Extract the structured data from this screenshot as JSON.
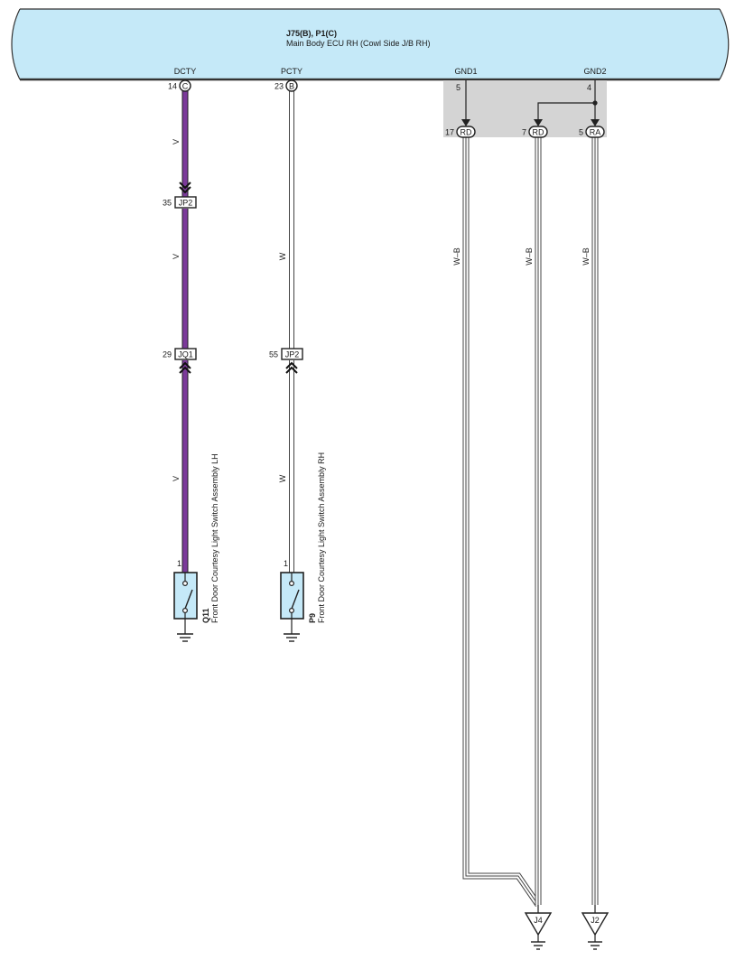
{
  "ecu": {
    "connector_ids": "J75(B), P1(C)",
    "name": "Main Body ECU RH (Cowl Side J/B RH)",
    "colors": {
      "fill": "#c5e9f8",
      "outline": "#333333"
    }
  },
  "terminals": {
    "dcty": {
      "name": "DCTY",
      "pin": "14",
      "connector": "C"
    },
    "pcty": {
      "name": "PCTY",
      "pin": "23",
      "connector": "B"
    },
    "gnd1": {
      "name": "GND1",
      "pin": "5"
    },
    "gnd2": {
      "name": "GND2",
      "pin": "4"
    }
  },
  "ground_block": {
    "color": "#d4d4d4",
    "terminals": [
      {
        "pin": "17",
        "connector": "RD"
      },
      {
        "pin": "7",
        "connector": "RD"
      },
      {
        "pin": "5",
        "connector": "RA"
      }
    ]
  },
  "wires": {
    "dcty_color": "V",
    "pcty_color": "W",
    "gnd1_color": "W–B",
    "gnd2a_color": "W–B",
    "gnd2b_color": "W–B",
    "violet_hex": "#7b3a9a"
  },
  "junctions": {
    "dcty_upper": {
      "pin": "35",
      "connector": "JP2"
    },
    "dcty_lower": {
      "pin": "29",
      "connector": "JQ1"
    },
    "pcty_lower": {
      "pin": "55",
      "connector": "JP2"
    }
  },
  "switches": {
    "lh": {
      "pin": "1",
      "id": "Q11",
      "name": "Front Door Courtesy Light Switch Assembly LH"
    },
    "rh": {
      "pin": "1",
      "id": "P9",
      "name": "Front Door Courtesy Light Switch Assembly RH"
    }
  },
  "grounds": {
    "j4": "J4",
    "j2": "J2"
  }
}
